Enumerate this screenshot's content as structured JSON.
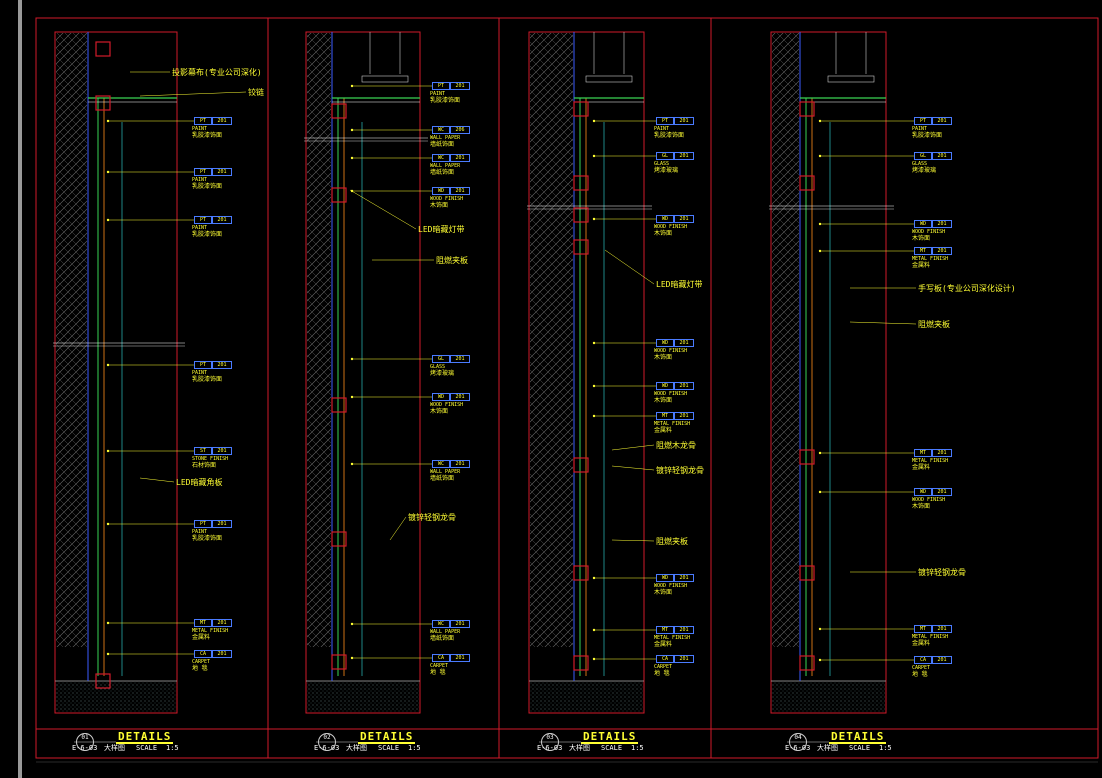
{
  "colors": {
    "background": "#000000",
    "frame": "#d11a2a",
    "annotation": "#ffff33",
    "tag_border": "#4a7bff",
    "wall_hatch": "#8a8a8a",
    "blue_line": "#3b5bff",
    "green_line": "#39d353",
    "cyan_line": "#33e0e0",
    "orange_line": "#ff8c1a"
  },
  "panels": [
    {
      "id": "panel-1",
      "title": "DETAILS",
      "num": "01",
      "ref": "E-6-03",
      "name": "大样图",
      "scale_label": "SCALE",
      "scale": "1:5",
      "callouts": [
        {
          "text": "投影幕布(专业公司深化)"
        },
        {
          "text": "铰链"
        },
        {
          "text": "LED暗藏角板"
        }
      ],
      "tags": [
        {
          "code": "PT",
          "num": "201",
          "en": "PAINT",
          "cn": "乳胶漆饰面"
        },
        {
          "code": "PT",
          "num": "201",
          "en": "PAINT",
          "cn": "乳胶漆饰面"
        },
        {
          "code": "PT",
          "num": "201",
          "en": "PAINT",
          "cn": "乳胶漆饰面"
        },
        {
          "code": "PT",
          "num": "201",
          "en": "PAINT",
          "cn": "乳胶漆饰面"
        },
        {
          "code": "ST",
          "num": "201",
          "en": "STONE FINISH",
          "cn": "石材饰面"
        },
        {
          "code": "PT",
          "num": "201",
          "en": "PAINT",
          "cn": "乳胶漆饰面"
        },
        {
          "code": "MT",
          "num": "201",
          "en": "METAL FINISH",
          "cn": "金属料"
        },
        {
          "code": "CA",
          "num": "201",
          "en": "CARPET",
          "cn": "地 毯"
        }
      ]
    },
    {
      "id": "panel-2",
      "title": "DETAILS",
      "num": "02",
      "ref": "E-6-03",
      "name": "大样图",
      "scale_label": "SCALE",
      "scale": "1:5",
      "callouts": [
        {
          "text": "LED暗藏灯带"
        },
        {
          "text": "阻燃夹板"
        },
        {
          "text": "镀锌轻钢龙骨"
        }
      ],
      "tags": [
        {
          "code": "PT",
          "num": "201",
          "en": "PAINT",
          "cn": "乳胶漆饰面"
        },
        {
          "code": "WC",
          "num": "206",
          "en": "WALL PAPER",
          "cn": "墙纸饰面"
        },
        {
          "code": "WC",
          "num": "201",
          "en": "WALL PAPER",
          "cn": "墙纸饰面"
        },
        {
          "code": "WD",
          "num": "201",
          "en": "WOOD FINISH",
          "cn": "木饰面"
        },
        {
          "code": "GL",
          "num": "201",
          "en": "GLASS",
          "cn": "烤漆玻璃"
        },
        {
          "code": "WD",
          "num": "201",
          "en": "WOOD FINISH",
          "cn": "木饰面"
        },
        {
          "code": "WC",
          "num": "201",
          "en": "WALL PAPER",
          "cn": "墙纸饰面"
        },
        {
          "code": "WC",
          "num": "201",
          "en": "WALL PAPER",
          "cn": "墙纸饰面"
        },
        {
          "code": "CA",
          "num": "201",
          "en": "CARPET",
          "cn": "地 毯"
        }
      ]
    },
    {
      "id": "panel-3",
      "title": "DETAILS",
      "num": "03",
      "ref": "E-6-03",
      "name": "大样图",
      "scale_label": "SCALE",
      "scale": "1:5",
      "callouts": [
        {
          "text": "LED暗藏灯带"
        },
        {
          "text": "阻燃木龙骨"
        },
        {
          "text": "镀锌轻钢龙骨"
        },
        {
          "text": "阻燃夹板"
        }
      ],
      "tags": [
        {
          "code": "PT",
          "num": "201",
          "en": "PAINT",
          "cn": "乳胶漆饰面"
        },
        {
          "code": "GL",
          "num": "201",
          "en": "GLASS",
          "cn": "烤漆玻璃"
        },
        {
          "code": "WD",
          "num": "201",
          "en": "WOOD FINISH",
          "cn": "木饰面"
        },
        {
          "code": "WD",
          "num": "201",
          "en": "WOOD FINISH",
          "cn": "木饰面"
        },
        {
          "code": "WD",
          "num": "201",
          "en": "WOOD FINISH",
          "cn": "木饰面"
        },
        {
          "code": "MT",
          "num": "201",
          "en": "METAL FINISH",
          "cn": "金属料"
        },
        {
          "code": "WD",
          "num": "201",
          "en": "WOOD FINISH",
          "cn": "木饰面"
        },
        {
          "code": "MT",
          "num": "201",
          "en": "METAL FINISH",
          "cn": "金属料"
        },
        {
          "code": "CA",
          "num": "201",
          "en": "CARPET",
          "cn": "地 毯"
        }
      ]
    },
    {
      "id": "panel-4",
      "title": "DETAILS",
      "num": "04",
      "ref": "E-6-03",
      "name": "大样图",
      "scale_label": "SCALE",
      "scale": "1:5",
      "callouts": [
        {
          "text": "手写板(专业公司深化设计)"
        },
        {
          "text": "阻燃夹板"
        },
        {
          "text": "镀锌轻钢龙骨"
        }
      ],
      "tags": [
        {
          "code": "PT",
          "num": "201",
          "en": "PAINT",
          "cn": "乳胶漆饰面"
        },
        {
          "code": "GL",
          "num": "201",
          "en": "GLASS",
          "cn": "烤漆玻璃"
        },
        {
          "code": "WD",
          "num": "201",
          "en": "WOOD FINISH",
          "cn": "木饰面"
        },
        {
          "code": "MT",
          "num": "201",
          "en": "METAL FINISH",
          "cn": "金属料"
        },
        {
          "code": "MT",
          "num": "201",
          "en": "METAL FINISH",
          "cn": "金属料"
        },
        {
          "code": "WD",
          "num": "201",
          "en": "WOOD FINISH",
          "cn": "木饰面"
        },
        {
          "code": "MT",
          "num": "201",
          "en": "METAL FINISH",
          "cn": "金属料"
        },
        {
          "code": "CA",
          "num": "201",
          "en": "CARPET",
          "cn": "地 毯"
        }
      ]
    }
  ]
}
